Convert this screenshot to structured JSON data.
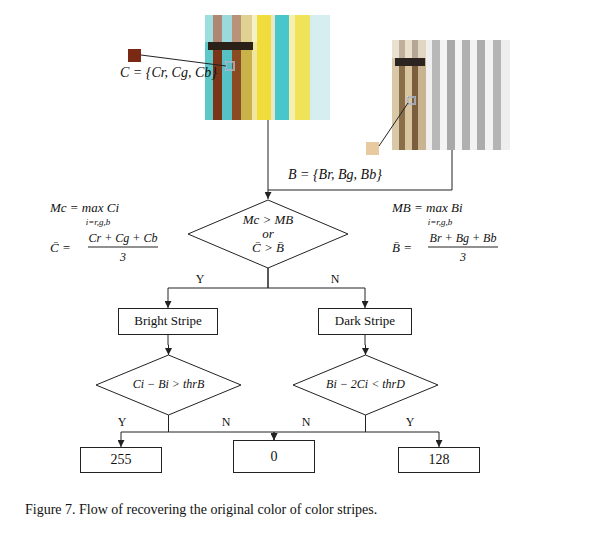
{
  "diagram": {
    "caption": "Figure 7. Flow of recovering the original color of color stripes.",
    "nodes": [
      {
        "text": [
          "Mc > MB",
          "or",
          "C̄ > B̄"
        ]
      },
      {
        "text": [
          "Bright Stripe"
        ]
      },
      {
        "text": [
          "Dark Stripe"
        ]
      },
      {
        "text": [
          "Ci − Bi > thrB"
        ]
      },
      {
        "text": [
          "Bi − 2Ci < thrD"
        ]
      },
      {
        "text": [
          "255"
        ]
      },
      {
        "text": [
          "0"
        ]
      },
      {
        "text": [
          "128"
        ]
      }
    ],
    "edges": [
      {
        "from": 0,
        "to": 1,
        "arrow": "to",
        "label": "Y"
      },
      {
        "from": 0,
        "to": 2,
        "arrow": "to",
        "label": "N"
      },
      {
        "from": 1,
        "to": 3,
        "arrow": "to"
      },
      {
        "from": 2,
        "to": 4,
        "arrow": "to"
      },
      {
        "from": 3,
        "to": 5,
        "arrow": "to",
        "label": "Y"
      },
      {
        "from": 3,
        "to": 6,
        "arrow": "to",
        "label": "N"
      },
      {
        "from": 4,
        "to": 6,
        "arrow": "to",
        "label": "N"
      },
      {
        "from": 4,
        "to": 7,
        "arrow": "to",
        "label": "Y"
      }
    ],
    "labels": [
      "C = {Cr, Cg, Cb}",
      "B = {Br, Bg, Bb}",
      "Mc = max Ci",
      "i=r,g,b",
      "C̄ =",
      "Cr + Cg + Cb",
      "3",
      "MB = max Bi",
      "i=r,g,b",
      "B̄ =",
      "Br + Bg + Bb",
      "3"
    ]
  }
}
